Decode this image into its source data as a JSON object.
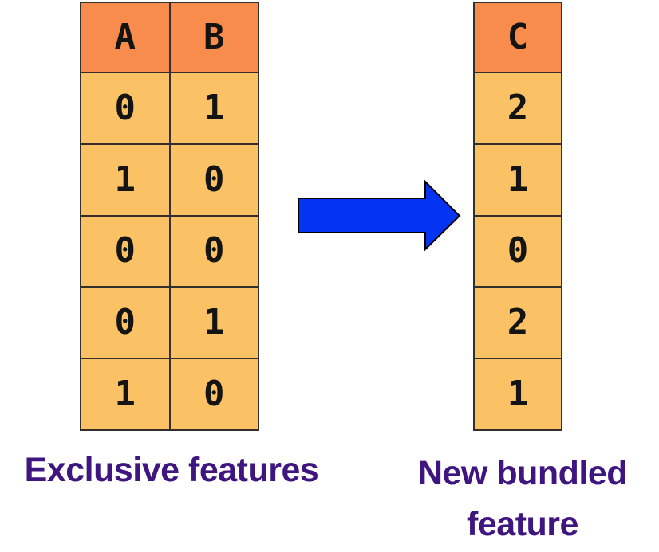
{
  "diagram": {
    "left_table": {
      "headers": [
        "A",
        "B"
      ],
      "rows": [
        [
          "0",
          "1"
        ],
        [
          "1",
          "0"
        ],
        [
          "0",
          "0"
        ],
        [
          "0",
          "1"
        ],
        [
          "1",
          "0"
        ]
      ],
      "caption": "Exclusive features"
    },
    "right_table": {
      "headers": [
        "C"
      ],
      "rows": [
        [
          "2"
        ],
        [
          "1"
        ],
        [
          "0"
        ],
        [
          "2"
        ],
        [
          "1"
        ]
      ],
      "caption_line1": "New bundled",
      "caption_line2": "feature"
    },
    "arrow": {
      "direction": "right",
      "meaning": "transformation from exclusive features to bundled feature"
    },
    "colors": {
      "header_fill": "#F88C4D",
      "cell_fill": "#FBC265",
      "table_border": "#33302B",
      "arrow_fill": "#0533F2",
      "arrow_outline": "#000000",
      "caption_text": "#3F157F",
      "cell_text": "#141414",
      "background": "#FFFFFF"
    }
  }
}
